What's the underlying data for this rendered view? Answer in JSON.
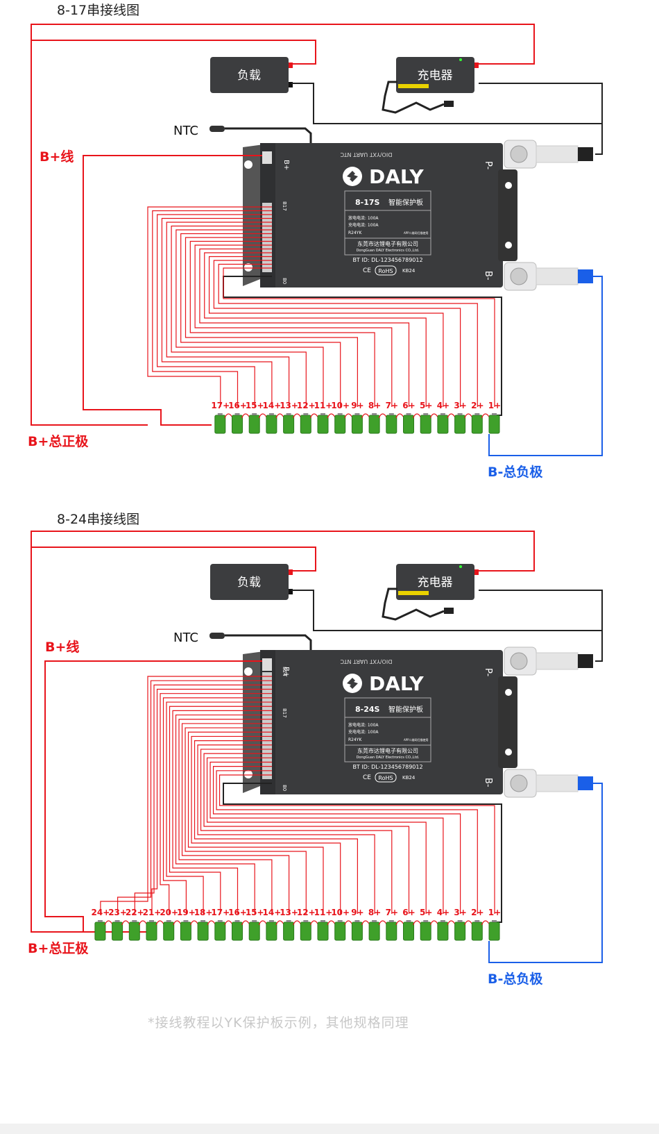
{
  "diagrams": [
    {
      "title": "8-17串接线图",
      "board_model": "8-17S",
      "cell_labels": [
        "17+",
        "16+",
        "15+",
        "14+",
        "13+",
        "12+",
        "11+",
        "10+",
        "9+",
        "8+",
        "7+",
        "6+",
        "5+",
        "4+",
        "3+",
        "2+",
        "1+"
      ],
      "connector_labels": [
        "B17",
        "B0"
      ]
    },
    {
      "title": "8-24串接线图",
      "board_model": "8-24S",
      "cell_labels": [
        "24+",
        "23+",
        "22+",
        "21+",
        "20+",
        "19+",
        "18+",
        "17+",
        "16+",
        "15+",
        "14+",
        "13+",
        "12+",
        "11+",
        "10+",
        "9+",
        "8+",
        "7+",
        "6+",
        "5+",
        "4+",
        "3+",
        "2+",
        "1+"
      ],
      "connector_labels": [
        "B24",
        "B17",
        "B0"
      ]
    }
  ],
  "labels": {
    "load": "负载",
    "charger": "充电器",
    "ntc": "NTC",
    "b_plus_wire": "B+线",
    "b_plus_total": "B+总正极",
    "b_minus_total": "B-总负极",
    "p_minus": "P-",
    "b_minus": "B-",
    "b_plus_port": "B+",
    "ports": "DIO/YXT   UART   NTC",
    "brand": "DALY",
    "board_name": "智能保护板",
    "spec1": "放电电流: 100A",
    "spec2": "充电电流: 100A",
    "model_code": "R24YK",
    "app_note": "APP二维码扫描使用",
    "company_cn": "东莞市达锂电子有限公司",
    "company_en": "DongGuan DALY Electronics CO.,Ltd.",
    "bt_id": "BT ID: DL-123456789012",
    "ce": "CE",
    "rohs": "RoHS",
    "kb": "KB24"
  },
  "footnote": "*接线教程以YK保护板示例，其他规格同理",
  "colors": {
    "red": "#e8141b",
    "blue": "#1a5fe8",
    "black": "#222222",
    "cell_green": "#3fa02a",
    "board": "#3a3b3d",
    "title": "#222222",
    "footnote": "#c8c8c8"
  }
}
